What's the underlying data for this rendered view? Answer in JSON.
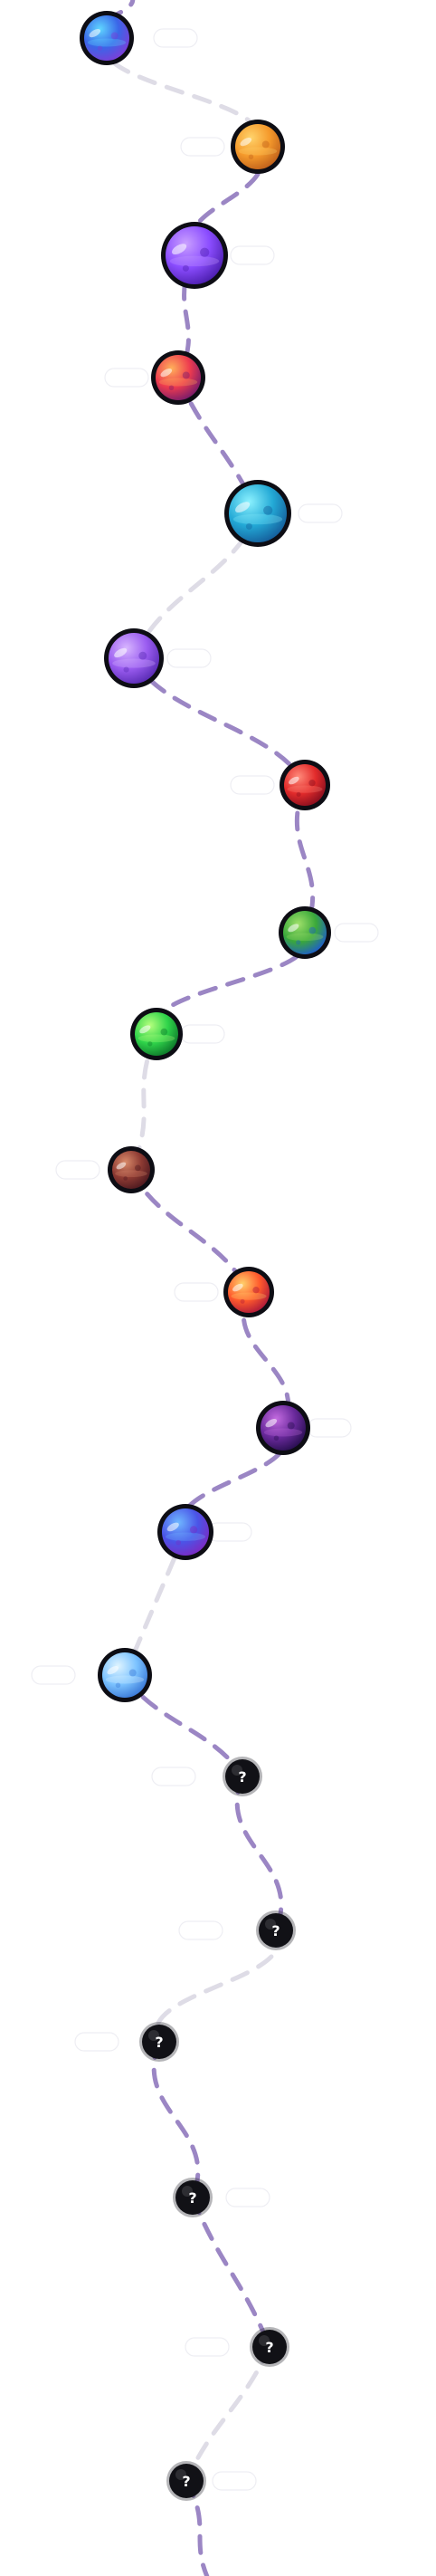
{
  "map": {
    "levels": [
      {
        "n": 1,
        "type": "planet",
        "icon": "blue-swirl-planet-icon",
        "colors": [
          "#5fd6ff",
          "#3a66e8",
          "#7b3fd8"
        ],
        "label": "",
        "status": "unlocked"
      },
      {
        "n": 2,
        "type": "planet",
        "icon": "orange-crater-planet-icon",
        "colors": [
          "#ffd36b",
          "#f59a2c",
          "#c1621b"
        ],
        "label": "",
        "status": "unlocked"
      },
      {
        "n": 3,
        "type": "planet",
        "icon": "violet-planet-icon",
        "colors": [
          "#caa0ff",
          "#8b4dff",
          "#4d1fb0"
        ],
        "label": "",
        "status": "unlocked"
      },
      {
        "n": 4,
        "type": "planet",
        "icon": "red-striped-planet-icon",
        "colors": [
          "#ffb15a",
          "#ee3b4f",
          "#7a1c6a"
        ],
        "label": "",
        "status": "unlocked"
      },
      {
        "n": 5,
        "type": "planet",
        "icon": "teal-gas-planet-icon",
        "colors": [
          "#8cf2ff",
          "#23a9d6",
          "#155f9c"
        ],
        "label": "",
        "status": "unlocked"
      },
      {
        "n": 6,
        "type": "planet",
        "icon": "purple-crater-planet-icon",
        "colors": [
          "#d8b6ff",
          "#9a5cf0",
          "#5a2cb5"
        ],
        "label": "",
        "status": "unlocked"
      },
      {
        "n": 7,
        "type": "planet",
        "icon": "red-planet-icon",
        "colors": [
          "#ff8a7a",
          "#e22b2b",
          "#8a0f1f"
        ],
        "label": "",
        "status": "unlocked"
      },
      {
        "n": 8,
        "type": "planet",
        "icon": "earth-planet-icon",
        "colors": [
          "#9fe06a",
          "#3aa83a",
          "#1f5fc7"
        ],
        "label": "",
        "status": "unlocked"
      },
      {
        "n": 9,
        "type": "planet",
        "icon": "green-planet-icon",
        "colors": [
          "#b5ff7d",
          "#2fd44a",
          "#0e7a2b"
        ],
        "label": "",
        "status": "unlocked"
      },
      {
        "n": 10,
        "type": "planet",
        "icon": "brown-planet-icon",
        "colors": [
          "#d88a6a",
          "#8e3b33",
          "#4f1a20"
        ],
        "label": "",
        "status": "unlocked"
      },
      {
        "n": 11,
        "type": "planet",
        "icon": "lava-planet-icon",
        "colors": [
          "#ffd06b",
          "#ff5a2c",
          "#b01b3a"
        ],
        "label": "",
        "status": "unlocked"
      },
      {
        "n": 12,
        "type": "planet",
        "icon": "dark-purple-planet-icon",
        "colors": [
          "#c36be0",
          "#6a2a9c",
          "#2a0f52"
        ],
        "label": "",
        "status": "unlocked"
      },
      {
        "n": 13,
        "type": "planet",
        "icon": "blue-violet-planet-icon",
        "colors": [
          "#6fb8ff",
          "#4a55e8",
          "#7b2bc4"
        ],
        "label": "",
        "status": "unlocked"
      },
      {
        "n": 14,
        "type": "planet",
        "icon": "ice-planet-icon",
        "colors": [
          "#dff4ff",
          "#7cc3ff",
          "#3b7ad8"
        ],
        "label": "",
        "status": "current"
      },
      {
        "n": 15,
        "type": "locked",
        "icon": "question-mark-icon",
        "glyph": "?",
        "label": "",
        "status": "locked"
      },
      {
        "n": 16,
        "type": "locked",
        "icon": "question-mark-icon",
        "glyph": "?",
        "label": "",
        "status": "locked"
      },
      {
        "n": 17,
        "type": "locked",
        "icon": "question-mark-icon",
        "glyph": "?",
        "label": "",
        "status": "locked"
      },
      {
        "n": 18,
        "type": "locked",
        "icon": "question-mark-icon",
        "glyph": "?",
        "label": "",
        "status": "locked"
      },
      {
        "n": 19,
        "type": "locked",
        "icon": "question-mark-icon",
        "glyph": "?",
        "label": "",
        "status": "locked"
      },
      {
        "n": 20,
        "type": "locked",
        "icon": "question-mark-icon",
        "glyph": "?",
        "label": "",
        "status": "locked"
      }
    ],
    "path_colors": {
      "traveled": "#9b86c4",
      "upcoming": "#dedce6"
    }
  }
}
